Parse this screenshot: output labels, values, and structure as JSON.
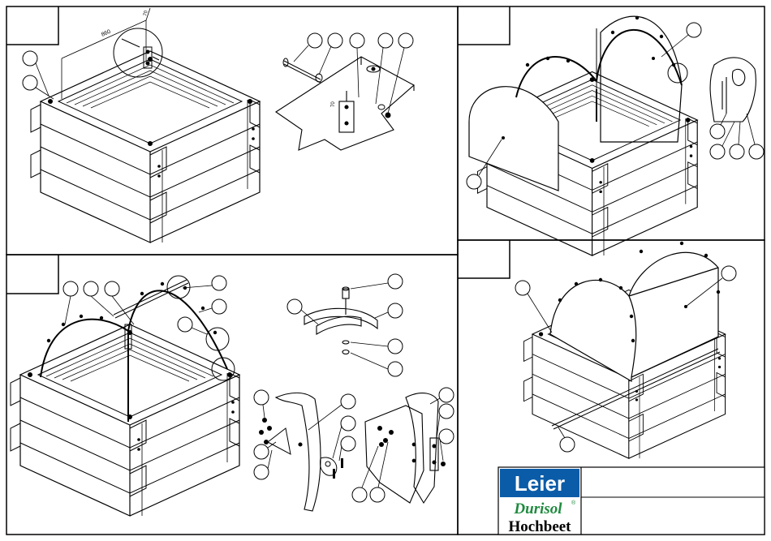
{
  "dimensions": {
    "length": "860",
    "offset": "70",
    "detail": "70"
  },
  "logos": {
    "leier": "Leier",
    "durisol": "Durisol",
    "durisol_mark": "®",
    "product": "Hochbeet"
  },
  "colors": {
    "line": "#000000",
    "leier_blue": "#0a5ca8",
    "durisol_green": "#1e8a3e"
  }
}
